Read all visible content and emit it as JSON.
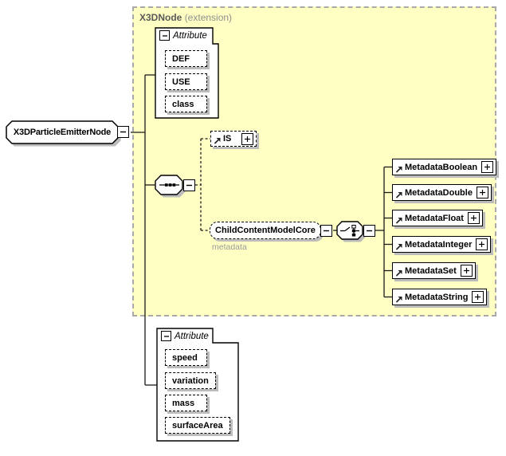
{
  "diagram": {
    "root": {
      "label": "X3DParticleEmitterNode"
    },
    "extension_group": {
      "title": "X3DNode",
      "suffix": "(extension)",
      "attribute_group": {
        "label": "Attribute",
        "attributes": [
          "DEF",
          "USE",
          "class"
        ]
      },
      "is_element": {
        "label": "IS"
      },
      "child_content_model": {
        "label": "ChildContentModelCore",
        "annotation": "metadata"
      },
      "metadata_elements": [
        "MetadataBoolean",
        "MetadataDouble",
        "MetadataFloat",
        "MetadataInteger",
        "MetadataSet",
        "MetadataString"
      ]
    },
    "local_attribute_group": {
      "label": "Attribute",
      "attributes": [
        "speed",
        "variation",
        "mass",
        "surfaceArea"
      ]
    },
    "icons": {
      "sequence": "sequence-compositor-icon",
      "choice": "choice-compositor-icon",
      "reference": "element-reference-icon",
      "collapse": "collapse-icon",
      "expand": "expand-icon"
    },
    "colors": {
      "extension_background": "#ffffc4",
      "extension_border": "#a9a9a9",
      "box_shadow": "#bcbcbc",
      "connector_line": "#1a1a1a",
      "muted_text": "#9a9a9a",
      "group_title_text": "#5a5a5a"
    }
  }
}
